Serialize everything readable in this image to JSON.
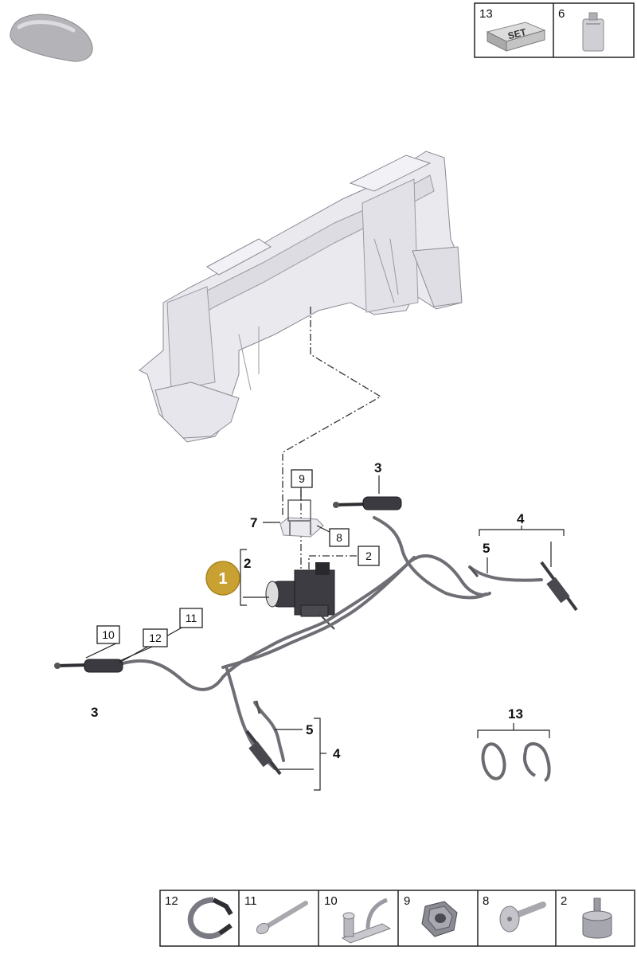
{
  "top_legend": [
    {
      "number": "13",
      "icon": "set-box-icon",
      "text": "SET"
    },
    {
      "number": "6",
      "icon": "oil-canister-icon"
    }
  ],
  "callouts": {
    "highlight": "1",
    "bracket_top": "2",
    "pump_box": "2",
    "cylinder_upper": "3",
    "cylinder_lower": "3",
    "line_set_right": "4",
    "line_set_lower": "4",
    "hose_right": "5",
    "hose_lower": "5",
    "bracket_7": "7",
    "bracket_9": "9",
    "nut_8": "8",
    "clip_10": "10",
    "bolt_11": "11",
    "clamp_12": "12",
    "rings_13": "13"
  },
  "bottom_legend": [
    {
      "number": "12",
      "icon": "clamp-icon"
    },
    {
      "number": "11",
      "icon": "bolt-icon"
    },
    {
      "number": "10",
      "icon": "clip-icon"
    },
    {
      "number": "9",
      "icon": "hex-nut-icon"
    },
    {
      "number": "8",
      "icon": "pan-head-screw-icon"
    },
    {
      "number": "2",
      "icon": "rubber-mount-icon"
    }
  ],
  "colors": {
    "highlight": "#c9a032",
    "line": "#222222"
  }
}
